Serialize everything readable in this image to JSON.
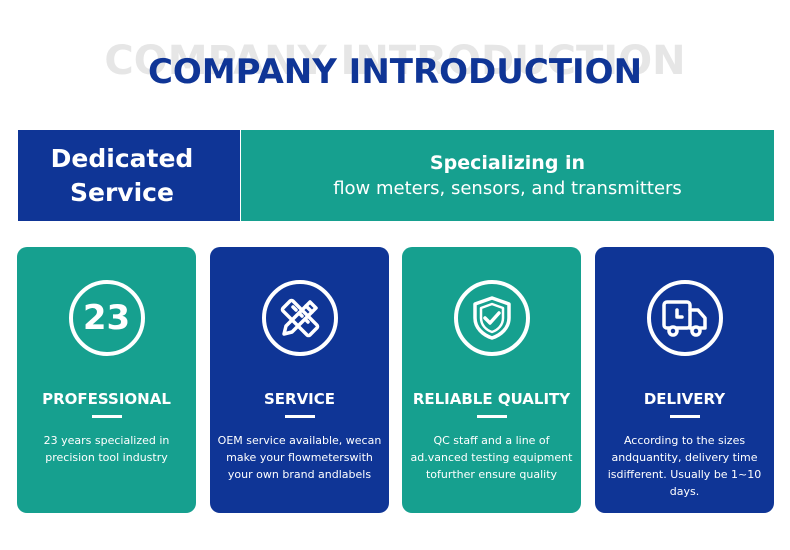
{
  "title": {
    "shadow": "COMPANY INTRODUCTION",
    "main": "COMPANY INTRODUCTION"
  },
  "banner": {
    "left_line1": "Dedicated",
    "left_line2": "Service",
    "right_title": "Specializing in",
    "right_subtitle": "flow meters, sensors, and transmitters"
  },
  "cards": [
    {
      "icon": "number-23-icon",
      "icon_text": "23",
      "title": "PROFESSIONAL",
      "text": "23 years specialized in precision tool industry",
      "color": "#16a08f"
    },
    {
      "icon": "pencil-ruler-icon",
      "title": "SERVICE",
      "text": "OEM service available, wecan make your flowmeterswith your own brand andlabels",
      "color": "#0f3596"
    },
    {
      "icon": "shield-check-icon",
      "title": "RELIABLE QUALITY",
      "text": "QC staff and a line of ad.vanced testing equipment tofurther ensure quality",
      "color": "#16a08f"
    },
    {
      "icon": "delivery-truck-icon",
      "title": "DELIVERY",
      "text": "According to the sizes andquantity, delivery time isdifferent. Usually be 1~10 days.",
      "color": "#0f3596"
    }
  ],
  "colors": {
    "navy": "#0f3596",
    "teal": "#16a08f",
    "shadow_text": "#e6e6e6"
  }
}
